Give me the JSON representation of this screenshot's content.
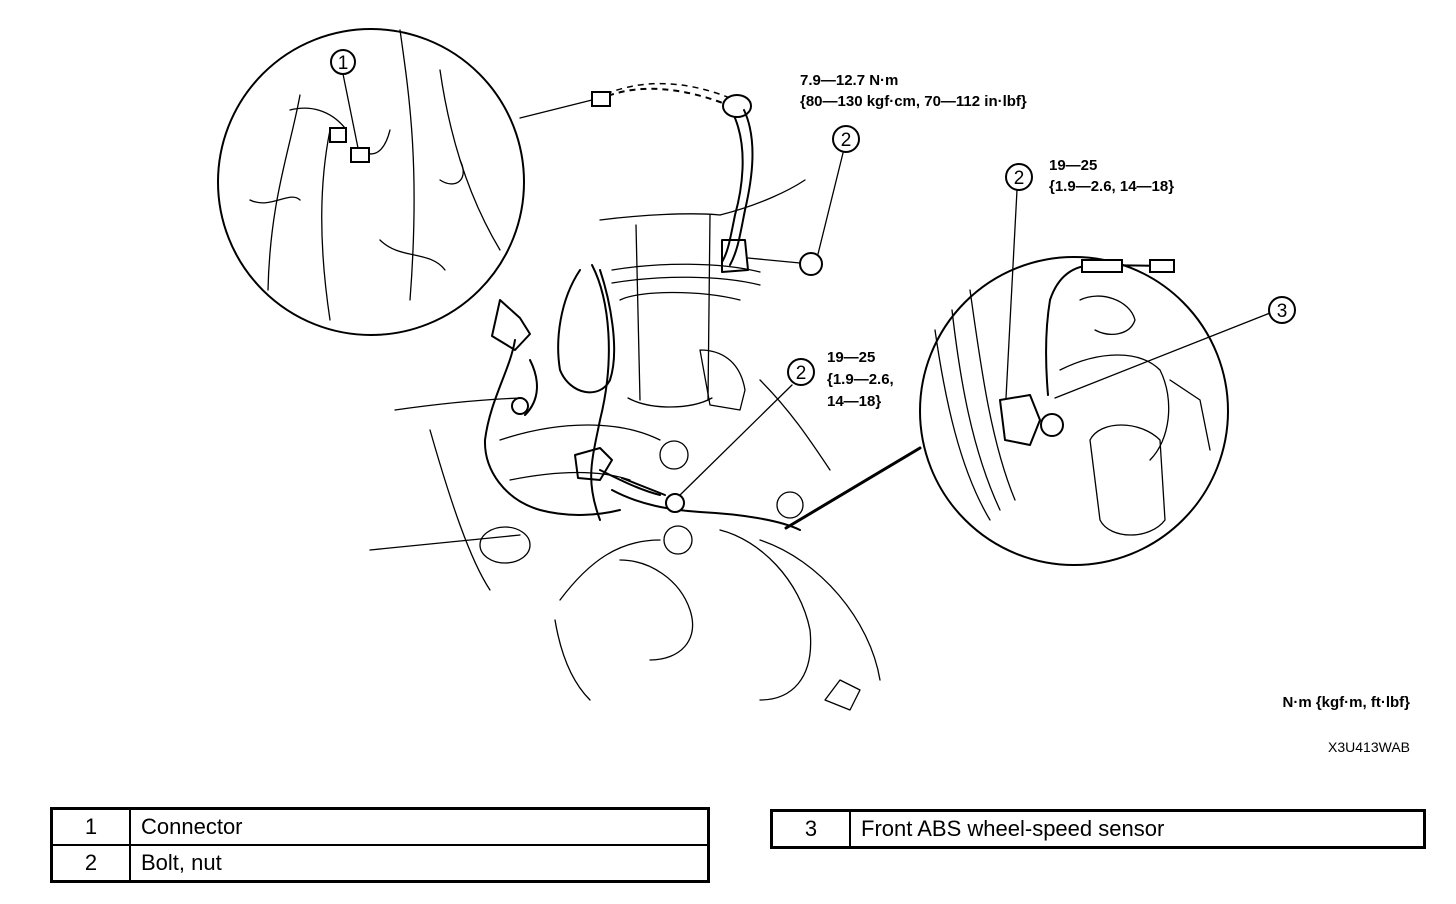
{
  "torque_specs": {
    "harness_bracket_line1": "7.9—12.7 N·m",
    "harness_bracket_line2": "{80—130 kgf·cm, 70—112 in·lbf}",
    "sensor_bolt_line1": "19—25",
    "sensor_bolt_line2": "{1.9—2.6, 14—18}",
    "knuckle_bolt_line1": "19—25",
    "knuckle_bolt_line2": "{1.9—2.6,",
    "knuckle_bolt_line3": "14—18}"
  },
  "callouts": {
    "connector": "1",
    "bolt_upper": "2",
    "bolt_detail": "2",
    "bolt_knuckle": "2",
    "sensor": "3"
  },
  "units_note": "N·m {kgf·m, ft·lbf}",
  "figure_code": "X3U413WAB",
  "legend": {
    "left": [
      {
        "num": "1",
        "label": "Connector"
      },
      {
        "num": "2",
        "label": "Bolt, nut"
      }
    ],
    "right": [
      {
        "num": "3",
        "label": "Front ABS wheel-speed sensor"
      }
    ]
  }
}
